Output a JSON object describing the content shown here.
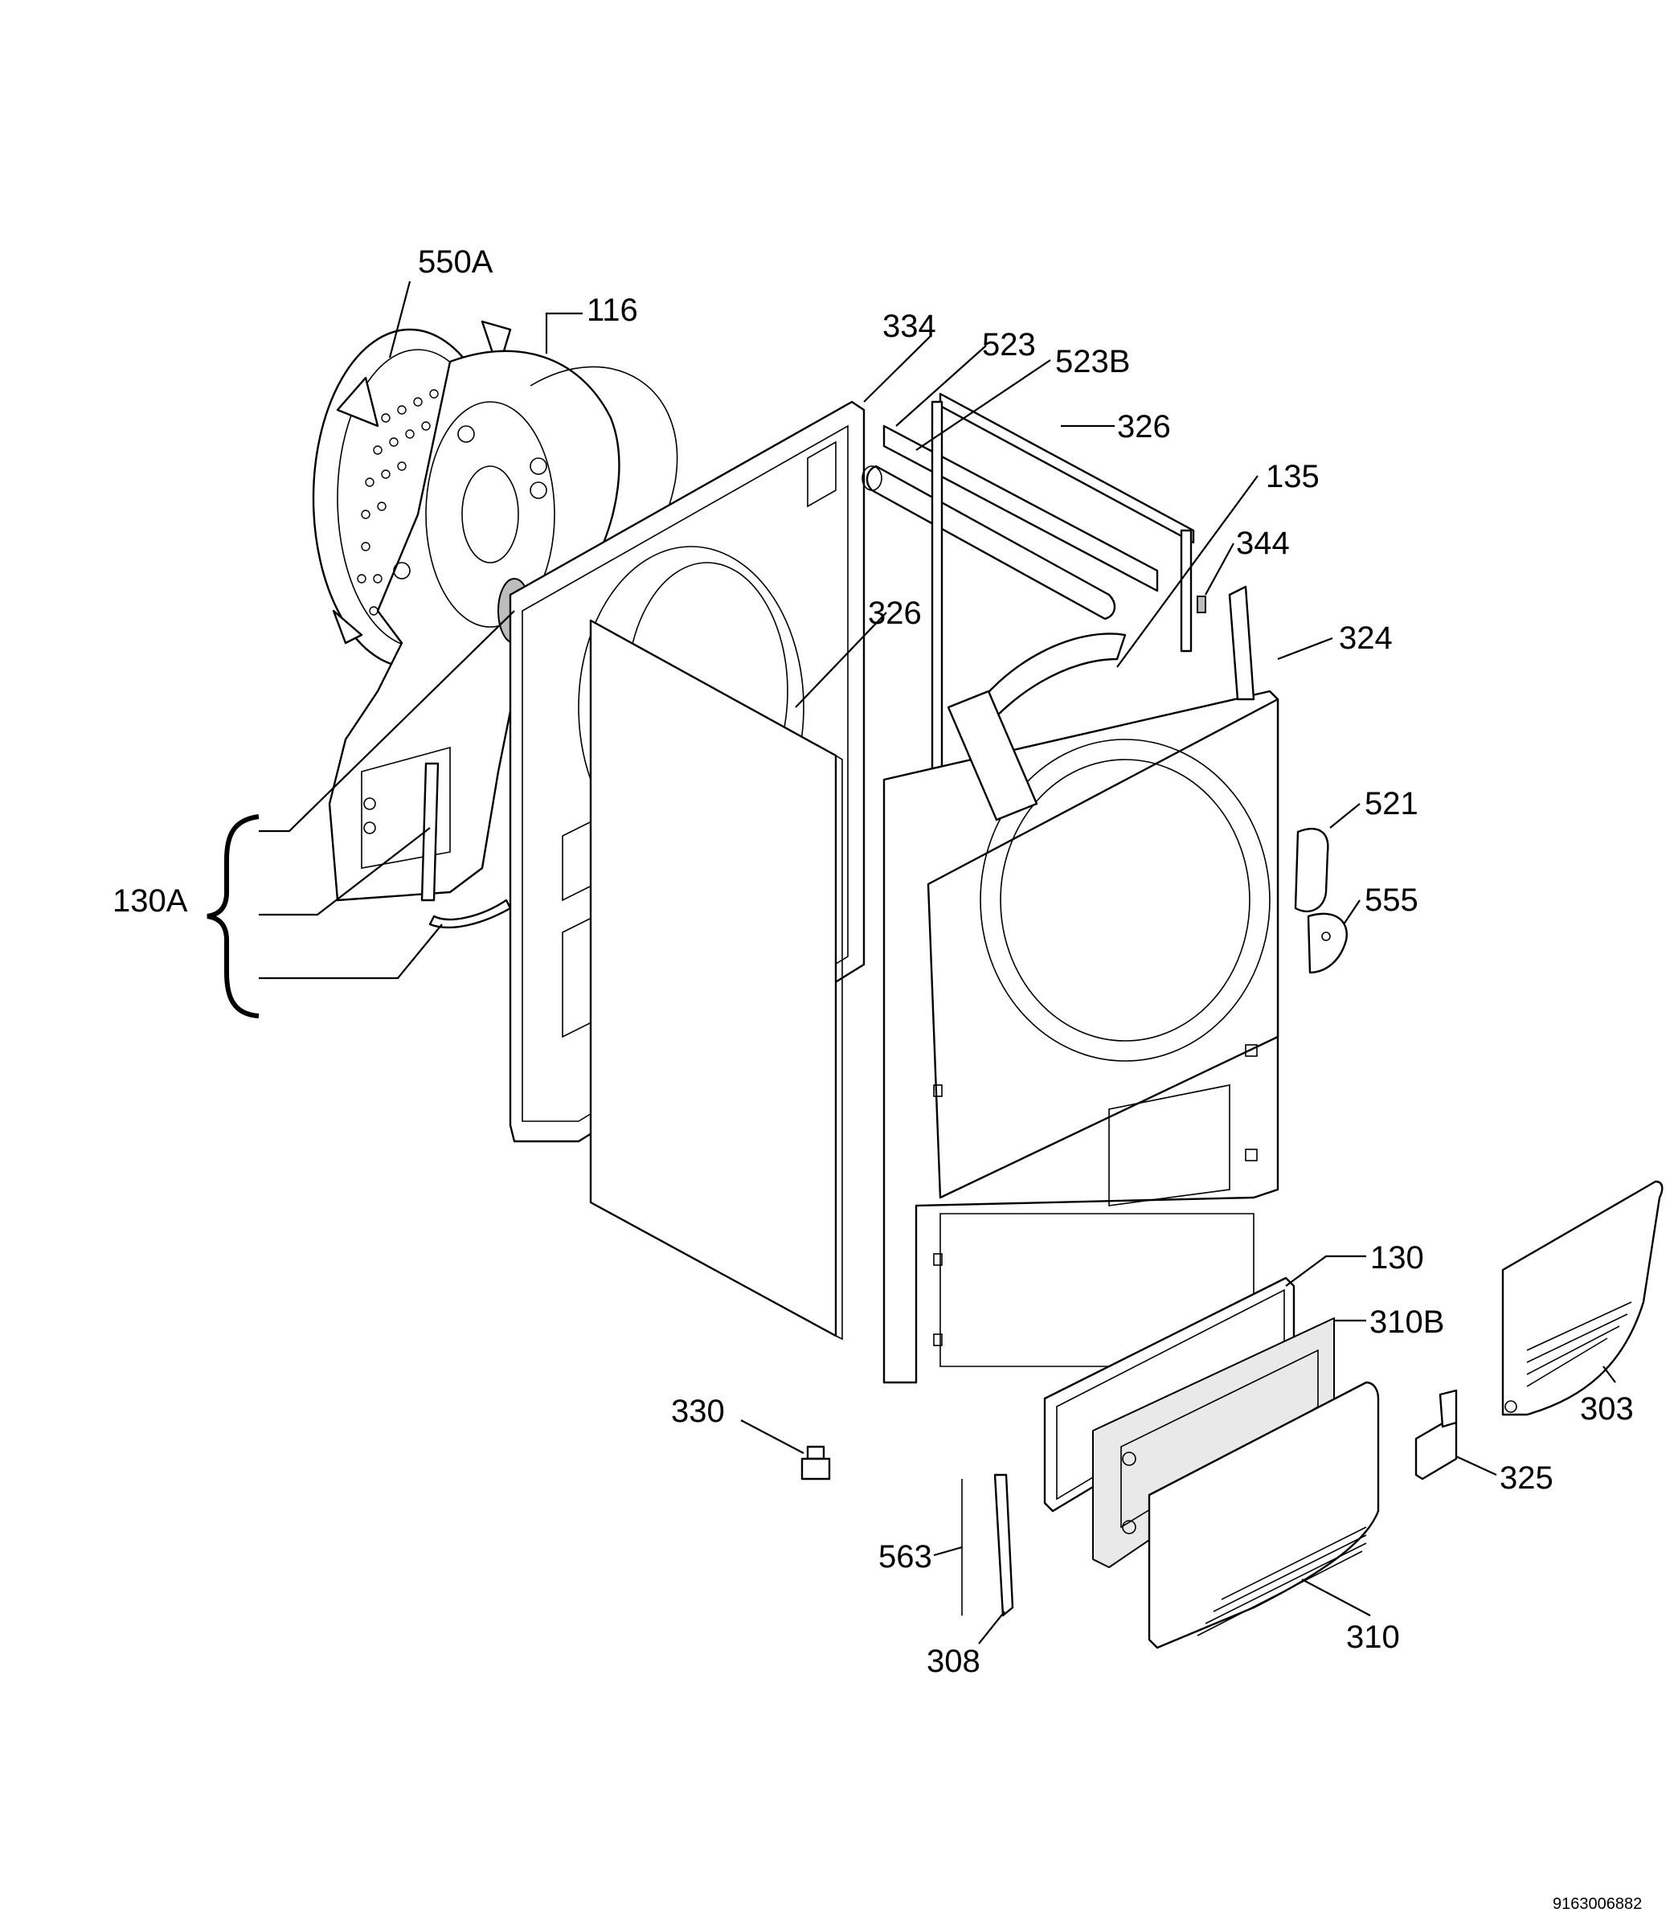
{
  "diagram_id": "9163006882",
  "colors": {
    "line": "#000000",
    "background": "#ffffff",
    "shade": "#e9e9e9"
  },
  "labels": {
    "550A": "550A",
    "116": "116",
    "334": "334",
    "523": "523",
    "523B": "523B",
    "326a": "326",
    "135": "135",
    "344": "344",
    "326b": "326",
    "324": "324",
    "521": "521",
    "555": "555",
    "130A": "130A",
    "130": "130",
    "310B": "310B",
    "303": "303",
    "330": "330",
    "325": "325",
    "563": "563",
    "310": "310",
    "308": "308"
  }
}
